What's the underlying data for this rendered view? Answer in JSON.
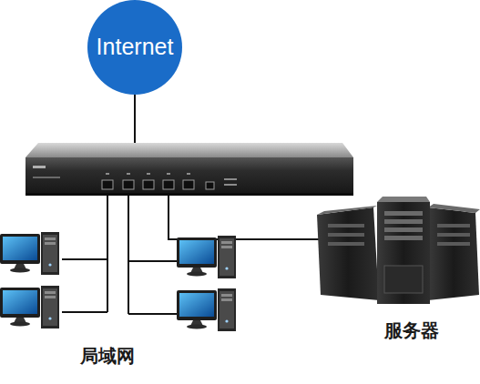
{
  "diagram": {
    "nodes": [
      {
        "text": [
          "Internet"
        ]
      }
    ],
    "labels": [
      "局域网",
      "服务器"
    ]
  }
}
